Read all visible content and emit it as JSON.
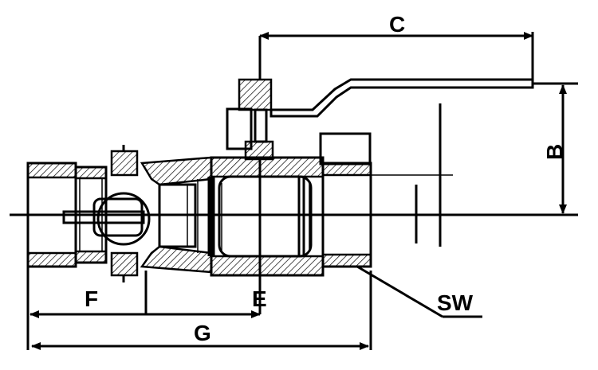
{
  "labels": {
    "c": "C",
    "b": "B",
    "f": "F",
    "e": "E",
    "g": "G",
    "sw": "SW"
  }
}
